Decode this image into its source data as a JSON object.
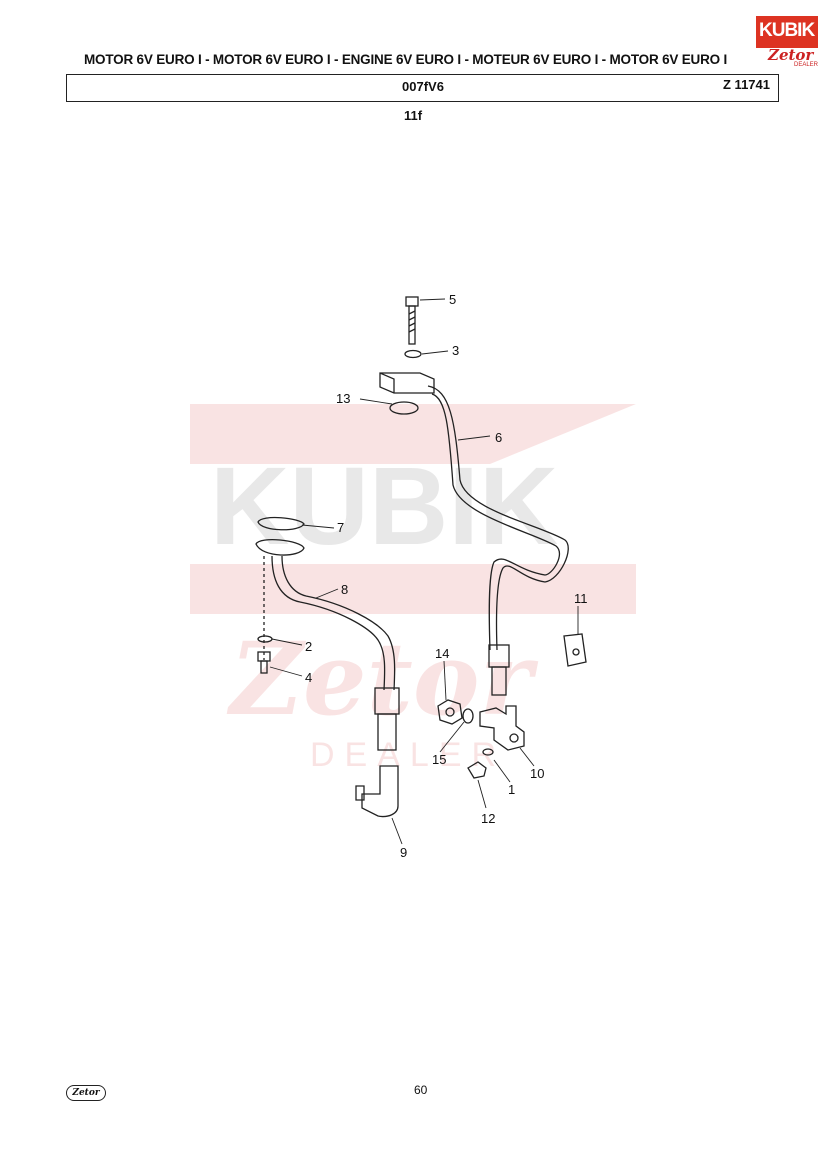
{
  "header": {
    "title": "MOTOR 6V EURO I - MOTOR 6V EURO I - ENGINE 6V EURO I - MOTEUR 6V EURO I - MOTOR 6V EURO I",
    "code": "007fV6",
    "ref": "Z 11741",
    "sheet": "11f"
  },
  "logo": {
    "brand": "KUBIK",
    "sub": "Zetor",
    "tag": "DEALER"
  },
  "watermark": {
    "brand": "KUBIK",
    "sub": "Zetor",
    "tag": "DEALER"
  },
  "callouts": [
    "5",
    "3",
    "13",
    "6",
    "7",
    "8",
    "2",
    "4",
    "11",
    "14",
    "15",
    "10",
    "1",
    "12",
    "9"
  ],
  "footer": {
    "logo": "Zetor",
    "page": "60"
  },
  "colors": {
    "accent": "#d32f2f",
    "line": "#222222"
  }
}
